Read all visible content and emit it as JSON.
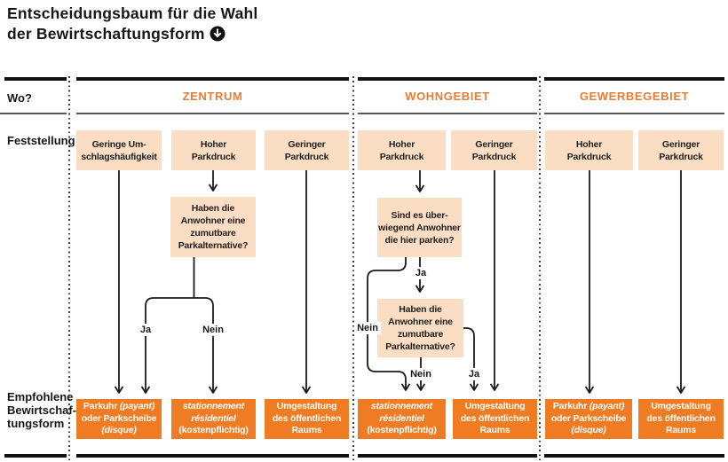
{
  "title": {
    "line1": "Entscheidungsbaum für die Wahl",
    "line2": "der Bewirtschaftungsform"
  },
  "icons": {
    "download": "download-arrow-in-circle"
  },
  "row_labels": {
    "wo": "Wo?",
    "feststellung": "Feststellung",
    "empfohlene_l1": "Empfohlene",
    "empfohlene_l2": "Bewirtschaf-",
    "empfohlene_l3": "tungsform"
  },
  "columns": {
    "zentrum": "ZENTRUM",
    "wohngebiet": "WOHNGEBIET",
    "gewerbegebiet": "GEWERBEGEBIET"
  },
  "findings": {
    "geringe_umschlag_l1": "Geringe Um-",
    "geringe_umschlag_l2": "schlagshäufigkeit",
    "hoher_l1": "Hoher",
    "hoher_l2": "Parkdruck",
    "geringer_l1": "Geringer",
    "geringer_l2": "Parkdruck"
  },
  "questions": {
    "parkalternative_l1": "Haben die",
    "parkalternative_l2": "Anwohner eine",
    "parkalternative_l3": "zumutbare",
    "parkalternative_l4": "Parkalternative?",
    "anwohner_l1": "Sind es über-",
    "anwohner_l2": "wiegend Anwohner",
    "anwohner_l3": "die hier parken?"
  },
  "branch_labels": {
    "ja": "Ja",
    "nein": "Nein"
  },
  "recommendations": {
    "parkuhr_l1a": "Parkuhr ",
    "parkuhr_l1b": "(payant)",
    "parkuhr_l2": "oder Parkscheibe",
    "parkuhr_l3": "(disque)",
    "stationnement_l1": "stationnement",
    "stationnement_l2": "résidentiel",
    "stationnement_l3": "(kostenpflichtig)",
    "umgestaltung_l1": "Umgestaltung",
    "umgestaltung_l2": "des öffentlichen",
    "umgestaltung_l3": "Raums"
  },
  "colors": {
    "accent_orange": "#EF7B22",
    "header_orange": "#E97C33",
    "box_peach": "#FBDDC3",
    "line_black": "#1A1A1A"
  }
}
